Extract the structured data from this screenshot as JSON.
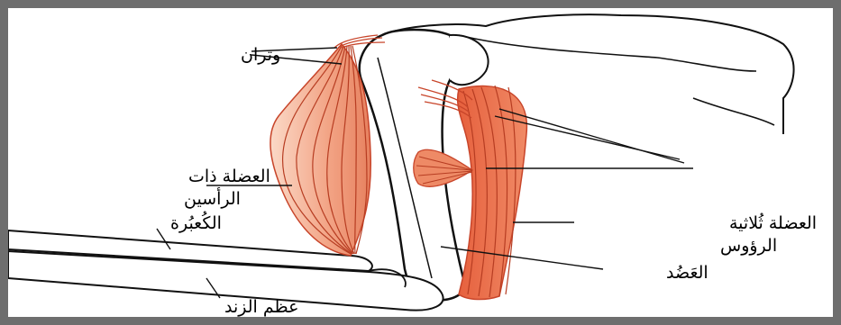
{
  "labels": {
    "tendons": "وتران",
    "biceps_line1": "العضلة ذات",
    "biceps_line2": "الرأسين",
    "radius": "الكُعبُرة",
    "ulna": "عظم الزِند",
    "triceps_line1": "العضلة ثُلاثية",
    "triceps_line2": "الرؤوس",
    "humerus": "العَضُد"
  },
  "colors": {
    "frame": "#6e6e6e",
    "muscle_fill": "#f2a283",
    "muscle_fiber": "#c8452a",
    "outline": "#111111"
  }
}
